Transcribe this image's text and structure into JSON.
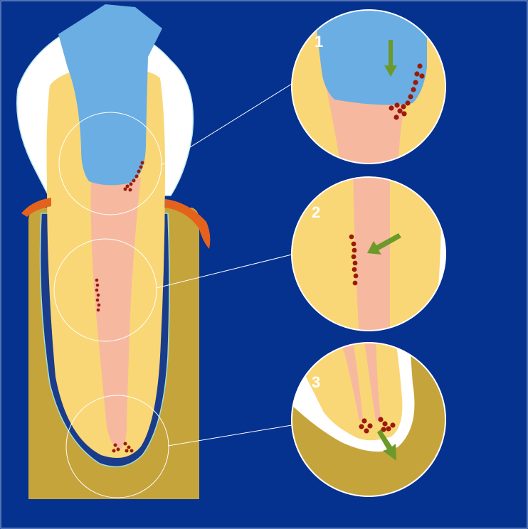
{
  "diagram": {
    "colors": {
      "background": "#05318f",
      "crown": "#6aaee3",
      "enamel": "#ffffff",
      "dentin": "#f9d776",
      "pulp": "#f6b9a0",
      "bone": "#c6a43c",
      "gingiva": "#e5621d",
      "ligament": "#1a3c8a",
      "bacteria": "#9c1a0a",
      "arrow": "#6b9a2a",
      "outline": "#ffffff"
    },
    "panels": [
      {
        "label": "1",
        "arrow_direction": "down"
      },
      {
        "label": "2",
        "arrow_direction": "down-left"
      },
      {
        "label": "3",
        "arrow_direction": "down-right"
      }
    ]
  }
}
